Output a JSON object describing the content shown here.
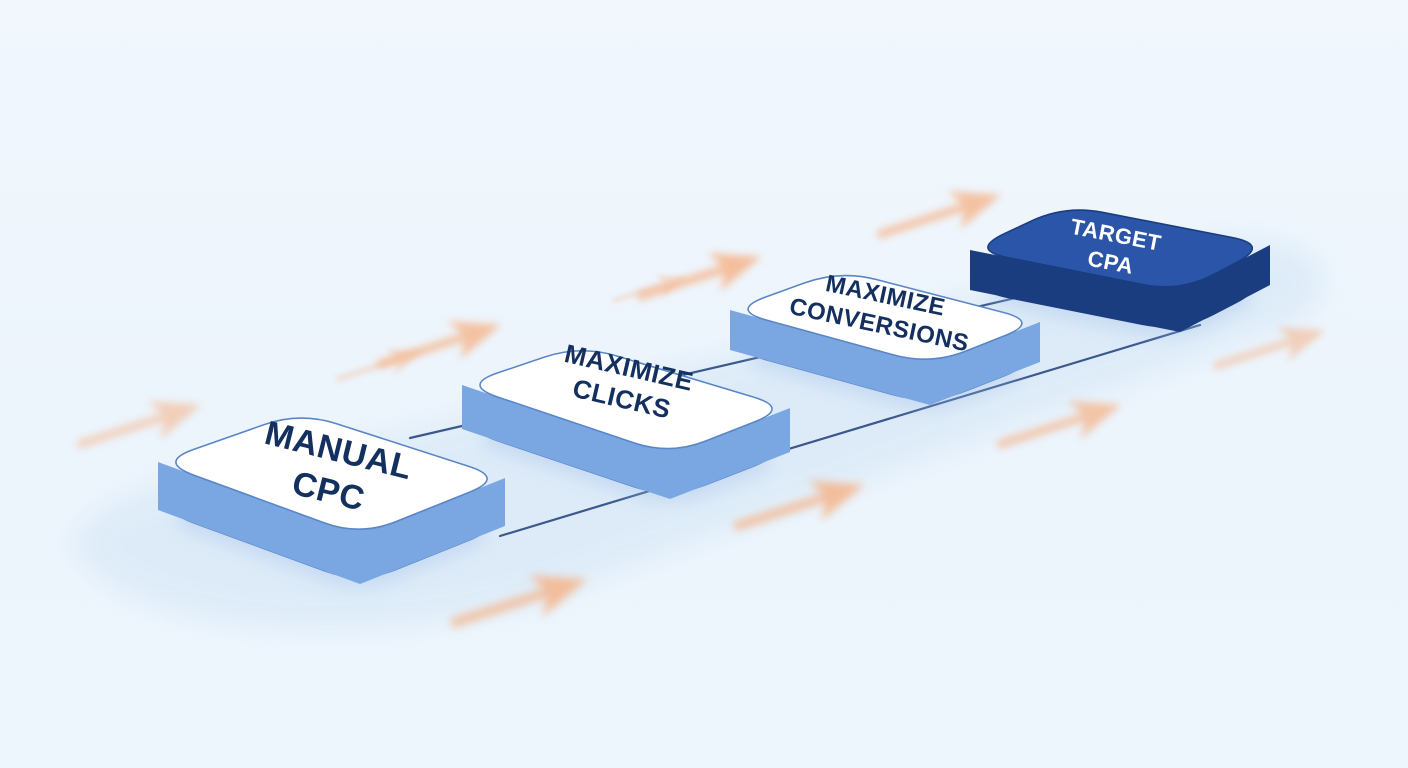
{
  "steps": [
    {
      "id": "manual-cpc",
      "lines": [
        "MANUAL",
        "CPC"
      ],
      "highlighted": false
    },
    {
      "id": "maximize-clicks",
      "lines": [
        "MAXIMIZE",
        "CLICKS"
      ],
      "highlighted": false
    },
    {
      "id": "maximize-conversions",
      "lines": [
        "MAXIMIZE",
        "CONVERSIONS"
      ],
      "highlighted": false
    },
    {
      "id": "target-cpa",
      "lines": [
        "TARGET",
        "CPA"
      ],
      "highlighted": true
    }
  ],
  "colors": {
    "background": "#eef6fd",
    "tile_top": "#ffffff",
    "tile_side": "#7aa7e2",
    "tile_outline": "#5a86c8",
    "tile_text": "#13305f",
    "highlight_top": "#2a55a8",
    "highlight_side": "#1a3d80",
    "highlight_text": "#ffffff",
    "connector": "#1f3f7a",
    "arrow": "#f6b184",
    "platform": "#dcebf8"
  },
  "icons": {
    "arrows": "chevron-arrow-icon"
  }
}
